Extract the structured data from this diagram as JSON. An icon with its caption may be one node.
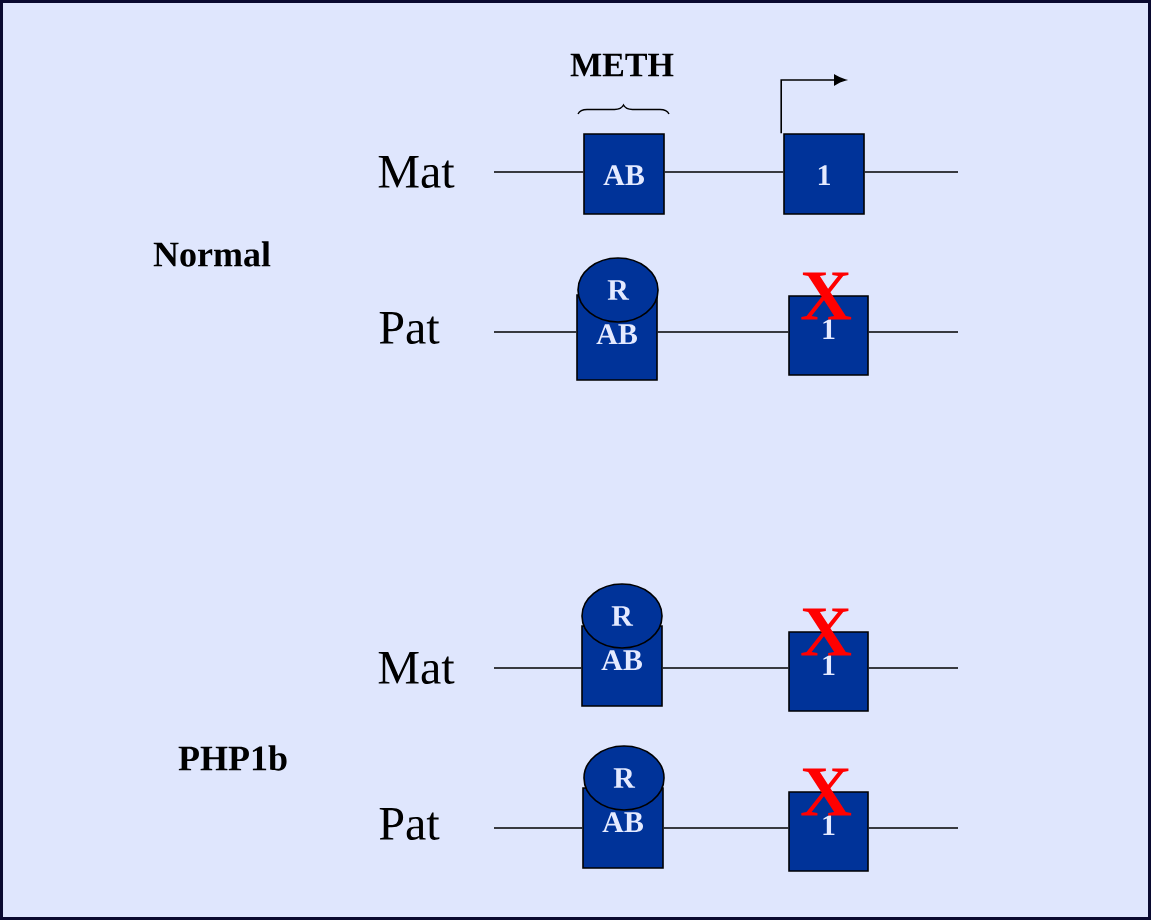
{
  "diagram": {
    "nodes": [
      {
        "text": [
          "AB"
        ]
      },
      {
        "text": [
          "1"
        ]
      },
      {
        "text": [
          "R"
        ]
      },
      {
        "text": [
          "AB"
        ]
      },
      {
        "text": [
          "1"
        ]
      },
      {
        "text": [
          "R"
        ]
      },
      {
        "text": [
          "AB"
        ]
      },
      {
        "text": [
          "1"
        ]
      },
      {
        "text": [
          "R"
        ]
      },
      {
        "text": [
          "AB"
        ]
      },
      {
        "text": [
          "1"
        ]
      }
    ],
    "edges": [
      {
        "from": null,
        "to": 0,
        "arrow": "none"
      },
      {
        "from": 0,
        "to": 1,
        "arrow": "none"
      },
      {
        "from": 1,
        "to": null,
        "arrow": "none"
      },
      {
        "from": 1,
        "to": null,
        "arrow": "to"
      },
      {
        "from": null,
        "to": 3,
        "arrow": "none"
      },
      {
        "from": 3,
        "to": 4,
        "arrow": "none"
      },
      {
        "from": 4,
        "to": null,
        "arrow": "none"
      },
      {
        "from": null,
        "to": 6,
        "arrow": "none"
      },
      {
        "from": 6,
        "to": 7,
        "arrow": "none"
      },
      {
        "from": 7,
        "to": null,
        "arrow": "none"
      },
      {
        "from": null,
        "to": 9,
        "arrow": "none"
      },
      {
        "from": 9,
        "to": 10,
        "arrow": "none"
      },
      {
        "from": 10,
        "to": null,
        "arrow": "none"
      }
    ],
    "labels": [
      "METH",
      "Mat",
      "Normal",
      "X",
      "Pat",
      "X",
      "Mat",
      "PHP1b",
      "X",
      "Pat"
    ]
  }
}
